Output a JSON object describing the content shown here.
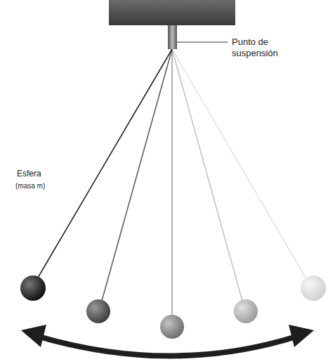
{
  "diagram": {
    "labels": [
      "Punto de suspensión",
      "Esfera",
      "(masa m)"
    ]
  }
}
